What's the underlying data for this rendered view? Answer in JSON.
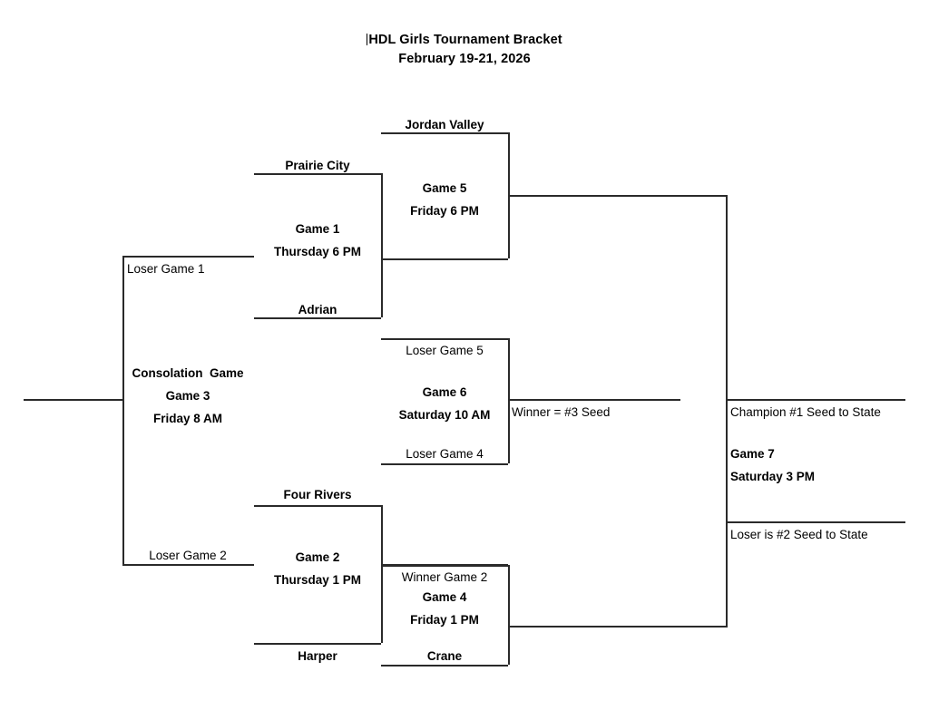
{
  "title": {
    "line1": "HDL Girls Tournament Bracket",
    "line2": "February 19-21, 2026"
  },
  "bracket": {
    "name": "HDL Girls Tournament Bracket",
    "teams": [
      "Jordan Valley",
      "Prairie City",
      "Adrian",
      "Four Rivers",
      "Harper",
      "Crane"
    ],
    "slots": {
      "jordan_valley": "Jordan Valley",
      "prairie_city": "Prairie City",
      "adrian": "Adrian",
      "four_rivers": "Four Rivers",
      "harper": "Harper",
      "crane": "Crane",
      "loser_game_1": "Loser Game 1",
      "loser_game_2": "Loser Game 2",
      "loser_game_5": "Loser Game 5",
      "loser_game_4": "Loser Game 4",
      "winner_game_2": "Winner Game 2"
    },
    "games": {
      "game1": {
        "name": "Game 1",
        "time": "Thursday 6 PM"
      },
      "game2": {
        "name": "Game 2",
        "time": "Thursday 1 PM"
      },
      "game3": {
        "label": "Consolation  Game",
        "name": "Game 3",
        "time": "Friday 8 AM"
      },
      "game4": {
        "name": "Game 4",
        "time": "Friday 1 PM"
      },
      "game5": {
        "name": "Game 5",
        "time": "Friday 6 PM"
      },
      "game6": {
        "name": "Game 6",
        "time": "Saturday 10 AM"
      },
      "game7": {
        "name": "Game 7",
        "time": "Saturday 3 PM"
      }
    },
    "outcomes": {
      "third_seed": "Winner = #3 Seed",
      "champion": "Champion #1 Seed to State",
      "runner_up": "Loser is #2 Seed to State"
    }
  }
}
